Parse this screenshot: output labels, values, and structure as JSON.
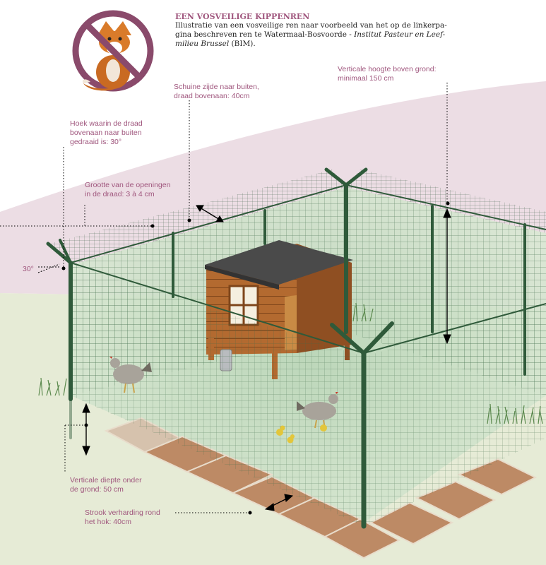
{
  "header": {
    "title": "EEN VOSVEILIGE KIPPENREN",
    "desc_line1": "Illustratie van een vosveilige ren naar voorbeeld van het op de linkerpa-",
    "desc_line2": "gina beschreven ren te Watermaal-Bosvoorde - ",
    "desc_italic1": "Institut Pasteur en Leef-",
    "desc_italic2": "milieu Brussel",
    "desc_end": " (BIM)."
  },
  "icons": {
    "fox_sign": "no-fox-sign-icon"
  },
  "labels": {
    "vertical_height": [
      "Verticale hoogte boven grond:",
      "minimaal 150 cm"
    ],
    "slanted_side": [
      "Schuine zijde naar buiten,",
      "draad bovenaan: 40cm"
    ],
    "angle": [
      "Hoek waarin de draad",
      "bovenaan naar buiten",
      "gedraaid is: 30°"
    ],
    "mesh_size": [
      "Grootte van de openingen",
      "in de draad: 3 à 4 cm"
    ],
    "angle_value": "30°",
    "depth": [
      "Verticale diepte onder",
      "de grond: 50 cm"
    ],
    "paving": [
      "Strook verharding rond",
      "het hok: 40cm"
    ]
  },
  "colors": {
    "accent": "#a0577e",
    "post": "#2f5a3a",
    "mesh": "#3e6a48",
    "sky_band": "#ecdde4",
    "ground": "#e6ebd6",
    "run_floor": "#cfe2cf",
    "coop_wood": "#b36a30",
    "coop_roof": "#4a4a4a",
    "paving": "#bd8a65"
  }
}
